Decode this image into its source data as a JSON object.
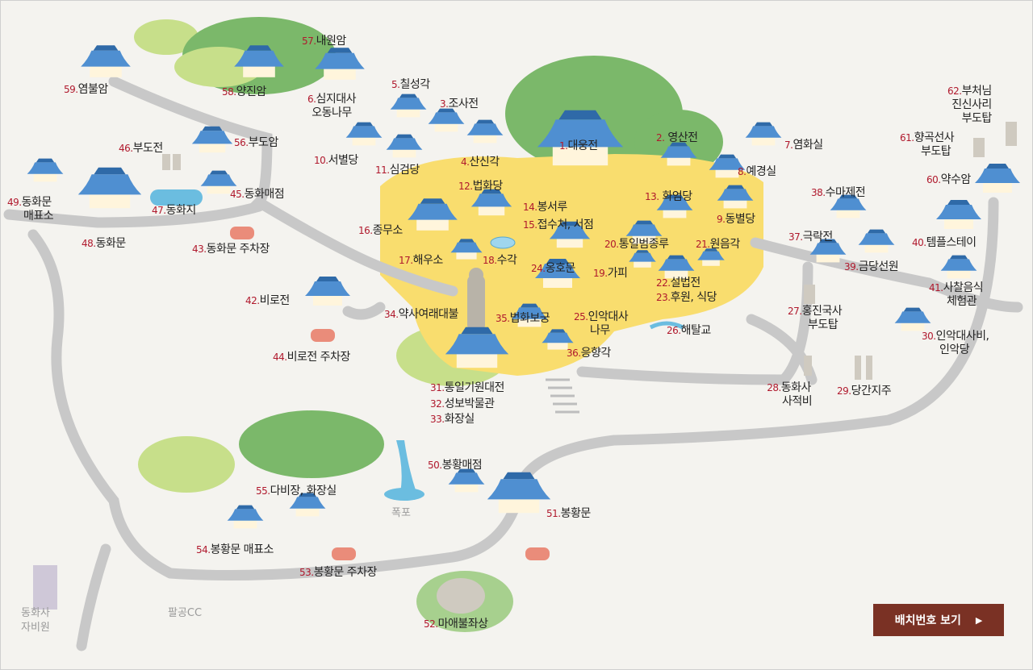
{
  "colors": {
    "roof": "#4f8fd1",
    "roof_dark": "#2f6aa8",
    "wall": "#fff5dc",
    "plaza": "#f9dd6e",
    "hill": "#7bb86a",
    "hill_light": "#c7df8a",
    "road": "#c8c8c8",
    "parking": "#ea8c7a",
    "number": "#b0192d",
    "button": "#7a3124"
  },
  "labels": {
    "l1": {
      "num": "1.",
      "text": "대웅전"
    },
    "l2": {
      "num": "2.",
      "text": " 영산전"
    },
    "l3": {
      "num": "3.",
      "text": "조사전"
    },
    "l4": {
      "num": "4.",
      "text": "산신각"
    },
    "l5": {
      "num": "5.",
      "text": "칠성각"
    },
    "l6": {
      "num": "6.",
      "text": "심지대사",
      "line2": "오동나무"
    },
    "l7": {
      "num": "7.",
      "text": "염화실"
    },
    "l8": {
      "num": "8.",
      "text": "예경실"
    },
    "l9": {
      "num": "9.",
      "text": "동별당"
    },
    "l10": {
      "num": "10.",
      "text": "서별당"
    },
    "l11": {
      "num": "11.",
      "text": "심검당"
    },
    "l12": {
      "num": "12.",
      "text": "법화당"
    },
    "l13": {
      "num": "13.",
      "text": " 화엄당"
    },
    "l14": {
      "num": "14.",
      "text": "봉서루"
    },
    "l15": {
      "num": "15.",
      "text": "접수처, 서점"
    },
    "l16": {
      "num": "16.",
      "text": "종무소"
    },
    "l17": {
      "num": "17.",
      "text": "해우소"
    },
    "l18": {
      "num": "18.",
      "text": "수각"
    },
    "l19": {
      "num": "19.",
      "text": "가피"
    },
    "l20": {
      "num": "20.",
      "text": "통일범종루"
    },
    "l21": {
      "num": "21.",
      "text": "원음각"
    },
    "l22": {
      "num": "22.",
      "text": "설법전"
    },
    "l23": {
      "num": "23.",
      "text": "후원, 식당"
    },
    "l24": {
      "num": "24.",
      "text": "옹호문"
    },
    "l25": {
      "num": "25.",
      "text": "인악대사",
      "line2": "나무"
    },
    "l26": {
      "num": "26.",
      "text": "해탈교"
    },
    "l27": {
      "num": "27.",
      "text": "홍진국사",
      "line2": "부도탑"
    },
    "l28": {
      "num": "28.",
      "text": "동화사",
      "line2": "사적비"
    },
    "l29": {
      "num": "29.",
      "text": "당간지주"
    },
    "l30": {
      "num": "30.",
      "text": "인악대사비,",
      "line2": "인악당"
    },
    "l31": {
      "num": "31.",
      "text": "통일기원대전"
    },
    "l32": {
      "num": "32.",
      "text": "성보박물관"
    },
    "l33": {
      "num": "33.",
      "text": "화장실"
    },
    "l34": {
      "num": "34.",
      "text": "약사여래대불"
    },
    "l35": {
      "num": "35.",
      "text": "법화보궁"
    },
    "l36": {
      "num": "36.",
      "text": "응향각"
    },
    "l37": {
      "num": "37.",
      "text": "극락전"
    },
    "l38": {
      "num": "38.",
      "text": "수마제전"
    },
    "l39": {
      "num": "39.",
      "text": "금당선원"
    },
    "l40": {
      "num": "40.",
      "text": "템플스테이"
    },
    "l41": {
      "num": "41.",
      "text": "사찰음식",
      "line2": "체험관"
    },
    "l42": {
      "num": "42.",
      "text": "비로전"
    },
    "l43": {
      "num": "43.",
      "text": "동화문 주차장"
    },
    "l44": {
      "num": "44.",
      "text": "비로전 주차장"
    },
    "l45": {
      "num": "45.",
      "text": "동화매점"
    },
    "l46": {
      "num": "46.",
      "text": "부도전"
    },
    "l47": {
      "num": "47.",
      "text": "동화지"
    },
    "l48": {
      "num": "48.",
      "text": "동화문"
    },
    "l49": {
      "num": "49.",
      "text": "동화문",
      "line2": "매표소"
    },
    "l50": {
      "num": "50.",
      "text": "봉황매점"
    },
    "l51": {
      "num": "51.",
      "text": "봉황문"
    },
    "l52": {
      "num": "52.",
      "text": "마애불좌상"
    },
    "l53": {
      "num": "53.",
      "text": "봉황문 주차장"
    },
    "l54": {
      "num": "54.",
      "text": "봉황문 매표소"
    },
    "l55": {
      "num": "55.",
      "text": "다비장, 화장실"
    },
    "l56": {
      "num": "56.",
      "text": "부도암"
    },
    "l57": {
      "num": "57.",
      "text": "내원암"
    },
    "l58": {
      "num": "58.",
      "text": "양진암"
    },
    "l59": {
      "num": "59.",
      "text": "염불암"
    },
    "l60": {
      "num": "60.",
      "text": "약수암"
    },
    "l61": {
      "num": "61.",
      "text": "향곡선사",
      "line2": "부도탑"
    },
    "l62": {
      "num": "62.",
      "text": "부처님",
      "line2": "진신사리",
      "line3": "부도탑"
    }
  },
  "gray_labels": {
    "waterfall": "폭포",
    "jabiwon_1": "동화사",
    "jabiwon_2": "자비원",
    "golf": "팔공CC"
  },
  "button": {
    "label": "배치번호 보기",
    "arrow": "▶"
  }
}
